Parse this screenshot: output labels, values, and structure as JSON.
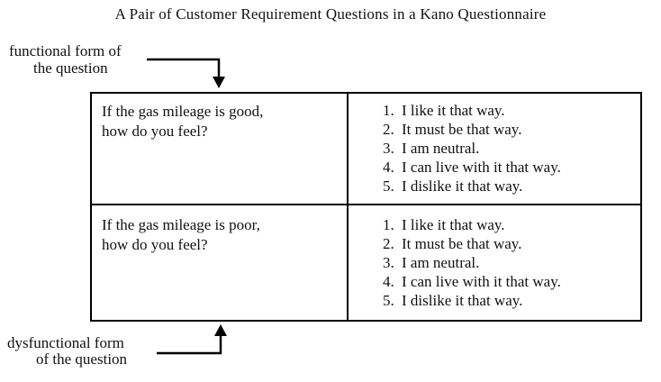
{
  "figure": {
    "title": "A Pair of Customer Requirement Questions in a Kano Questionnaire"
  },
  "annotations": {
    "functional": {
      "line1": "functional form of",
      "line2": "the question"
    },
    "dysfunctional": {
      "line1": "dysfunctional form",
      "line2": "of the question"
    }
  },
  "table": {
    "rows": [
      {
        "lines": [
          "If the gas mileage is good,",
          "how do you feel?"
        ],
        "options": [
          {
            "num": "1.",
            "text": "I like it that way."
          },
          {
            "num": "2.",
            "text": "It must be that way."
          },
          {
            "num": "3.",
            "text": "I am neutral."
          },
          {
            "num": "4.",
            "text": "I can live with it that way."
          },
          {
            "num": "5.",
            "text": "I dislike it that way."
          }
        ]
      },
      {
        "lines": [
          "If the gas mileage is poor,",
          "how do you feel?"
        ],
        "options": [
          {
            "num": "1.",
            "text": "I like it that way."
          },
          {
            "num": "2.",
            "text": "It must be that way."
          },
          {
            "num": "3.",
            "text": "I am neutral."
          },
          {
            "num": "4.",
            "text": "I can live with it that way."
          },
          {
            "num": "5.",
            "text": "I dislike it that way."
          }
        ]
      }
    ]
  },
  "colors": {
    "text": "#111111",
    "border": "#000000",
    "background": "#ffffff"
  }
}
